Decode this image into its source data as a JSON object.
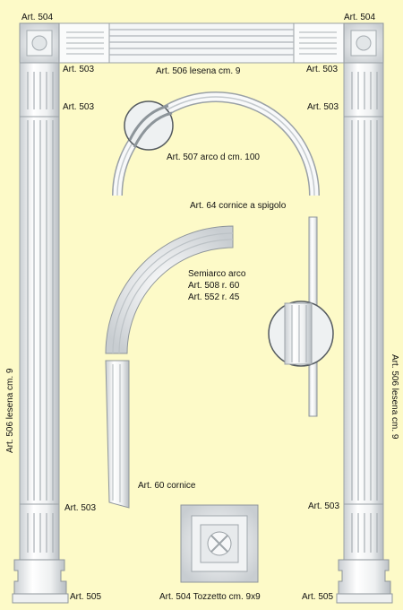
{
  "colors": {
    "background": "#fdfac8",
    "molding": "#ffffff",
    "shadow": "#b9c0c4",
    "outline": "#888888"
  },
  "labels": {
    "art504_top_left": "Art. 504",
    "art504_top_right": "Art. 504",
    "art503_top_left": "Art. 503",
    "art506_top": "Art. 506 lesena cm. 9",
    "art503_top_right": "Art. 503",
    "art503_mid_left": "Art. 503",
    "art503_mid_right": "Art. 503",
    "art507": "Art. 507 arco d cm. 100",
    "art64": "Art. 64 cornice a spigolo",
    "semiarco_title": "Semiarco arco",
    "semiarco_508": "Art. 508 r. 60",
    "semiarco_552": "Art. 552 r. 45",
    "art60": "Art. 60 cornice",
    "art503_bottom_left": "Art. 503",
    "art503_bottom_right": "Art. 503",
    "art505_left": "Art. 505",
    "art504_bottom": "Art. 504 Tozzetto cm. 9x9",
    "art505_right": "Art. 505",
    "art506_vertical_left": "Art. 506 lesena cm. 9",
    "art506_vertical_right": "Art. 506 lesena cm. 9"
  }
}
